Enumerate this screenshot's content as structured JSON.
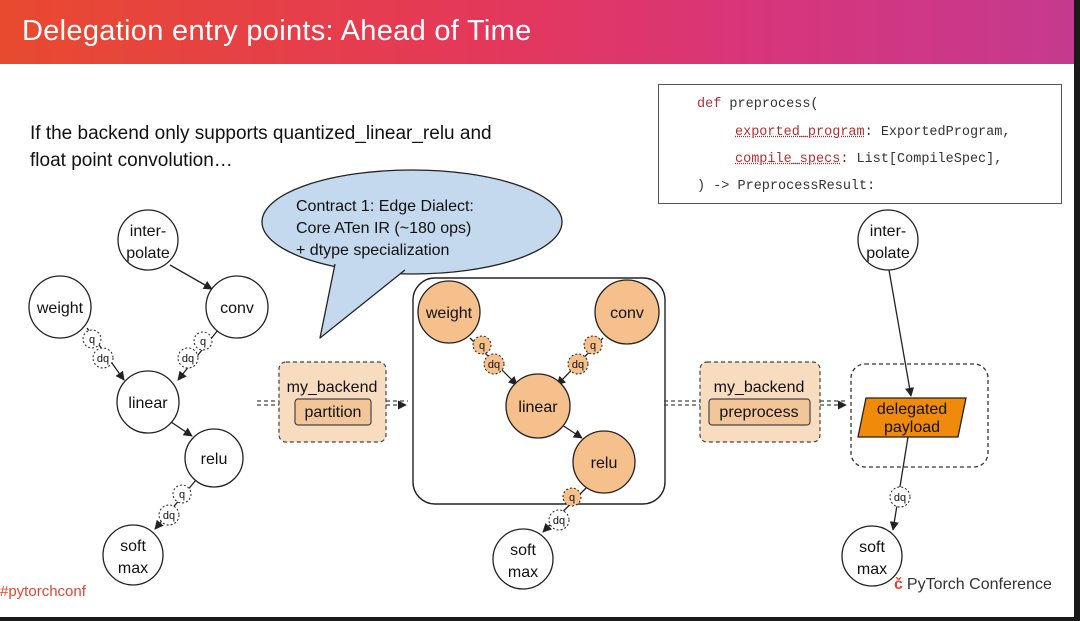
{
  "title": "Delegation entry points: Ahead of Time",
  "intro": {
    "line1": "If the backend only supports quantized_linear_relu and",
    "line2": "float point convolution…"
  },
  "code": {
    "def": "def",
    "fn": " preprocess(",
    "p1_name": "exported_program",
    "p1_type": ": ExportedProgram,",
    "p2_name": "compile_specs",
    "p2_type": ": List[CompileSpec],",
    "ret": ") -> PreprocessResult:"
  },
  "callout": {
    "line1": "Contract 1: Edge Dialect:",
    "line2": "Core ATen IR (~180 ops)",
    "line3": "+ dtype specialization"
  },
  "graph_left": {
    "interpolate": [
      "inter-",
      "polate"
    ],
    "weight": "weight",
    "conv": "conv",
    "linear": "linear",
    "relu": "relu",
    "softmax": [
      "soft",
      "max"
    ],
    "q": "q",
    "dq": "dq"
  },
  "partition_box": {
    "title": "my_backend",
    "button": "partition"
  },
  "graph_mid": {
    "weight": "weight",
    "conv": "conv",
    "linear": "linear",
    "relu": "relu",
    "softmax": [
      "soft",
      "max"
    ],
    "q": "q",
    "dq": "dq"
  },
  "preprocess_box": {
    "title": "my_backend",
    "button": "preprocess"
  },
  "graph_right": {
    "interpolate": [
      "inter-",
      "polate"
    ],
    "payload": [
      "delegated",
      "payload"
    ],
    "softmax": [
      "soft",
      "max"
    ],
    "dq": "dq"
  },
  "footer": {
    "hashtag": "#pytorchconf",
    "brand": "PyTorch Conference"
  },
  "colors": {
    "banner_start": "#e84a2f",
    "banner_end": "#c53a8f",
    "orange_node": "#f5c08c",
    "payload": "#f08a0a",
    "callout": "#c4d9ee",
    "panel": "#f8dcc0"
  }
}
